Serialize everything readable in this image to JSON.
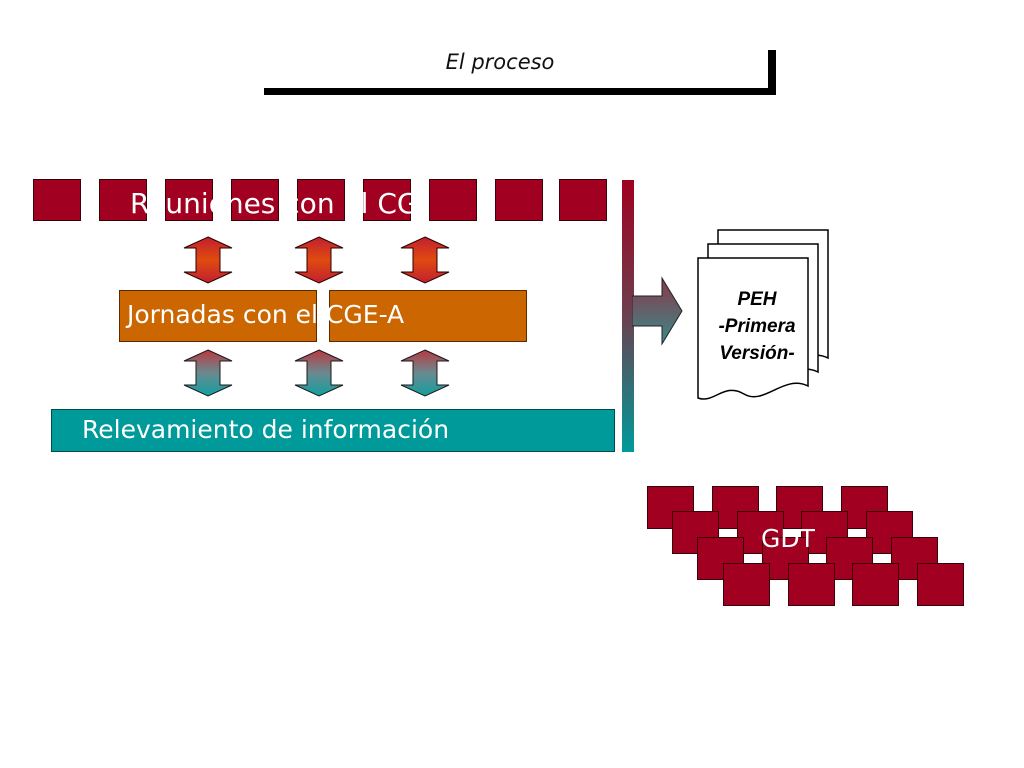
{
  "title": "El proceso",
  "labels": {
    "reuniones": "Reuniones con el CG",
    "jornadas": "Jornadas con el CGE-A",
    "relevamiento": "Relevamiento de información",
    "gdt": "GDT"
  },
  "document": {
    "line1": "PEH",
    "line2": "-Primera",
    "line3": "Versión-"
  },
  "colors": {
    "dark_red": "#a20020",
    "orange": "#cc6600",
    "teal": "#009a9a"
  }
}
